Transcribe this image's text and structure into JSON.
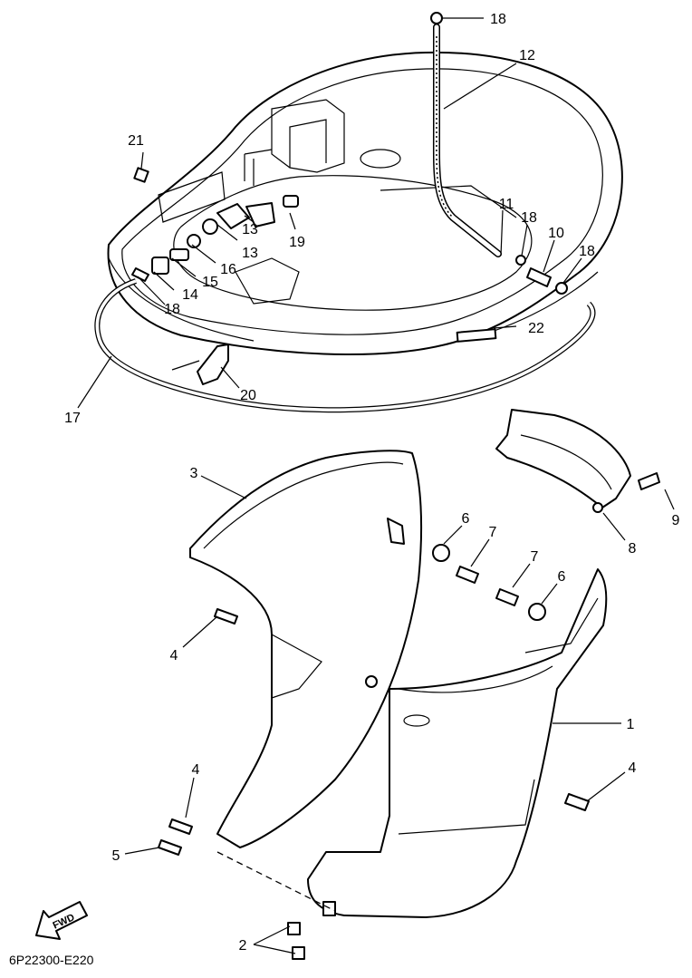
{
  "diagram_code": "6P22300-E220",
  "fwd_label": "FWD",
  "callouts": {
    "c1": "1",
    "c2": "2",
    "c3": "3",
    "c4a": "4",
    "c4b": "4",
    "c4c": "4",
    "c5": "5",
    "c6a": "6",
    "c6b": "6",
    "c7a": "7",
    "c7b": "7",
    "c8": "8",
    "c9": "9",
    "c10": "10",
    "c11": "11",
    "c12": "12",
    "c13a": "13",
    "c13b": "13",
    "c14": "14",
    "c15": "15",
    "c16": "16",
    "c17": "17",
    "c18a": "18",
    "c18b": "18",
    "c18c": "18",
    "c18d": "18",
    "c19": "19",
    "c20": "20",
    "c21": "21",
    "c22": "22"
  }
}
